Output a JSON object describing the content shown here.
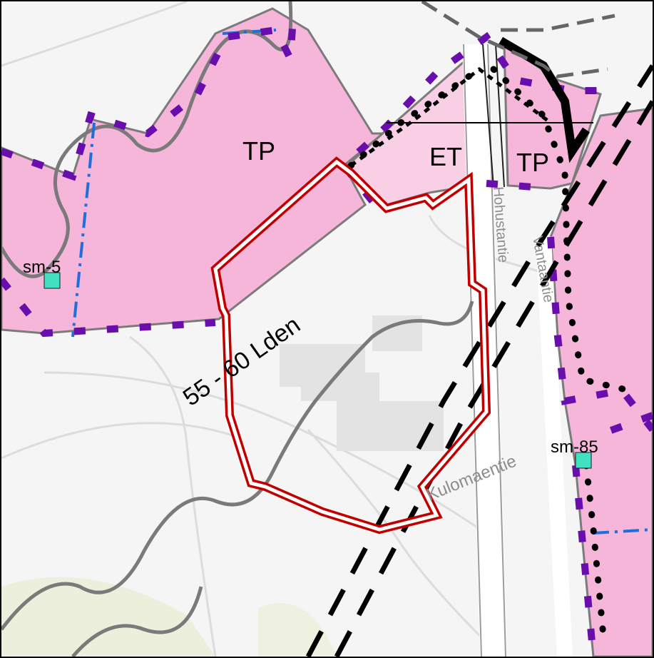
{
  "map": {
    "zones": {
      "tp_west": "TP",
      "et": "ET",
      "tp_east": "TP"
    },
    "noise_zone": "55 - 60 Lden",
    "markers": {
      "west": "sm-5",
      "east": "sm-85"
    },
    "streets": {
      "kulomaentie": "Kulomaentie",
      "north_road_a": "Hohustantie",
      "north_road_b": "Vantaantie"
    },
    "colors": {
      "zone_fill": "#f6b6da",
      "zone_fill_light": "#f9cfe6",
      "zone_outline": "#7b7b7b",
      "zone_boundary_dash": "#6a0dad",
      "plan_area_outline": "#c00000",
      "marker": "#40e0c0",
      "municipal_border": "#1e6fd9",
      "railway": "#000000",
      "noise_line": "#777777"
    }
  }
}
